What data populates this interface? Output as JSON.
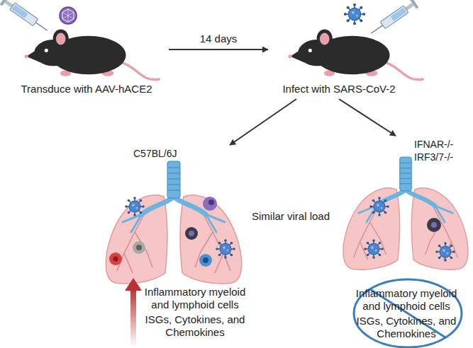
{
  "diagram": {
    "nodes": [
      {
        "text": [
          "Transduce with AAV-hACE2"
        ]
      },
      {
        "text": [
          "Infect with SARS-CoV-2"
        ]
      },
      {
        "text": [
          "C57BL/6J",
          "Inflammatory myeloid and lymphoid cells",
          "ISGs, Cytokines, and Chemokines"
        ]
      },
      {
        "text": [
          "IFNAR-/-",
          "IRF3/7-/-",
          "Inflammatory myeloid and lymphoid cells",
          "ISGs, Cytokines, and Chemokines"
        ]
      }
    ],
    "edges": [
      {
        "from": 0,
        "to": 1,
        "arrow": "to",
        "label": "14 days"
      },
      {
        "from": 1,
        "to": 2,
        "arrow": "to"
      },
      {
        "from": 1,
        "to": 3,
        "arrow": "to"
      }
    ],
    "labels": [
      "Similar viral load"
    ]
  }
}
